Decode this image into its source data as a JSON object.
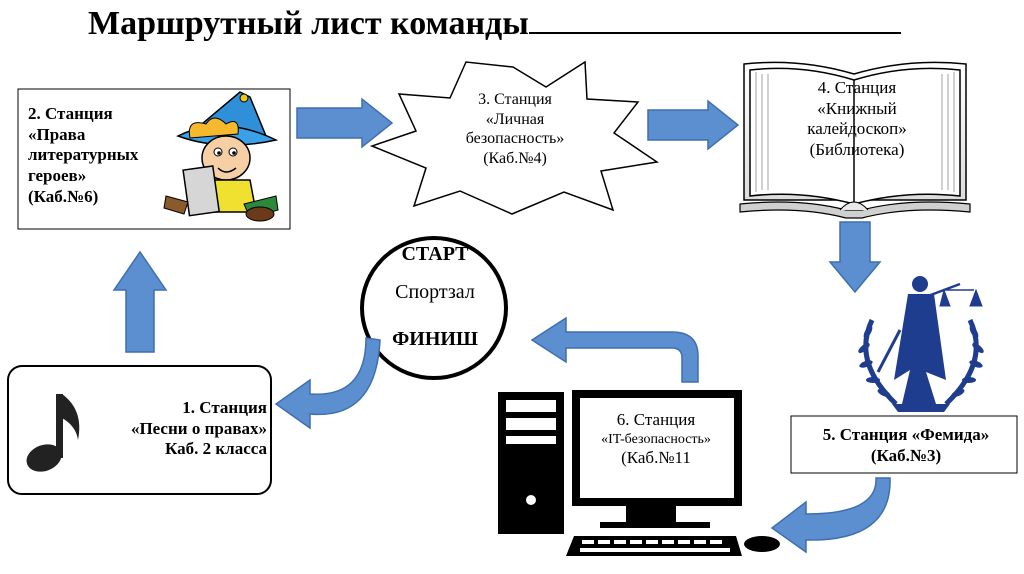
{
  "title": "Маршрутный лист команды",
  "center": {
    "start": "СТАРТ",
    "place": "Спортзал",
    "finish": "ФИНИШ"
  },
  "stations": {
    "s1": {
      "line1": "1. Станция",
      "line2": "«Песни о правах»",
      "line3": "Каб. 2 класса"
    },
    "s2": {
      "line1": "2. Станция",
      "line2": "«Права",
      "line3": "литературных",
      "line4": "героев»",
      "line5": "(Каб.№6)"
    },
    "s3": {
      "line1": "3. Станция",
      "line2": "«Личная",
      "line3": "безопасность»",
      "line4": "(Каб.№4)"
    },
    "s4": {
      "line1": "4. Станция",
      "line2": "«Книжный",
      "line3": "калейдоскоп»",
      "line4": "(Библиотека)"
    },
    "s5": {
      "line1": "5. Станция «Фемида»",
      "line2": "(Каб.№3)"
    },
    "s6": {
      "line1": "6. Станция",
      "line2": "«IT-безопасность»",
      "line3": "(Каб.№11"
    }
  },
  "colors": {
    "arrow": "#5b8fd0",
    "arrow_edge": "#3f6fb0",
    "emblem": "#1f3d8f"
  },
  "icons": [
    "music-note-icon",
    "cartoon-character-icon",
    "open-book-icon",
    "themis-emblem-icon",
    "computer-icon"
  ]
}
